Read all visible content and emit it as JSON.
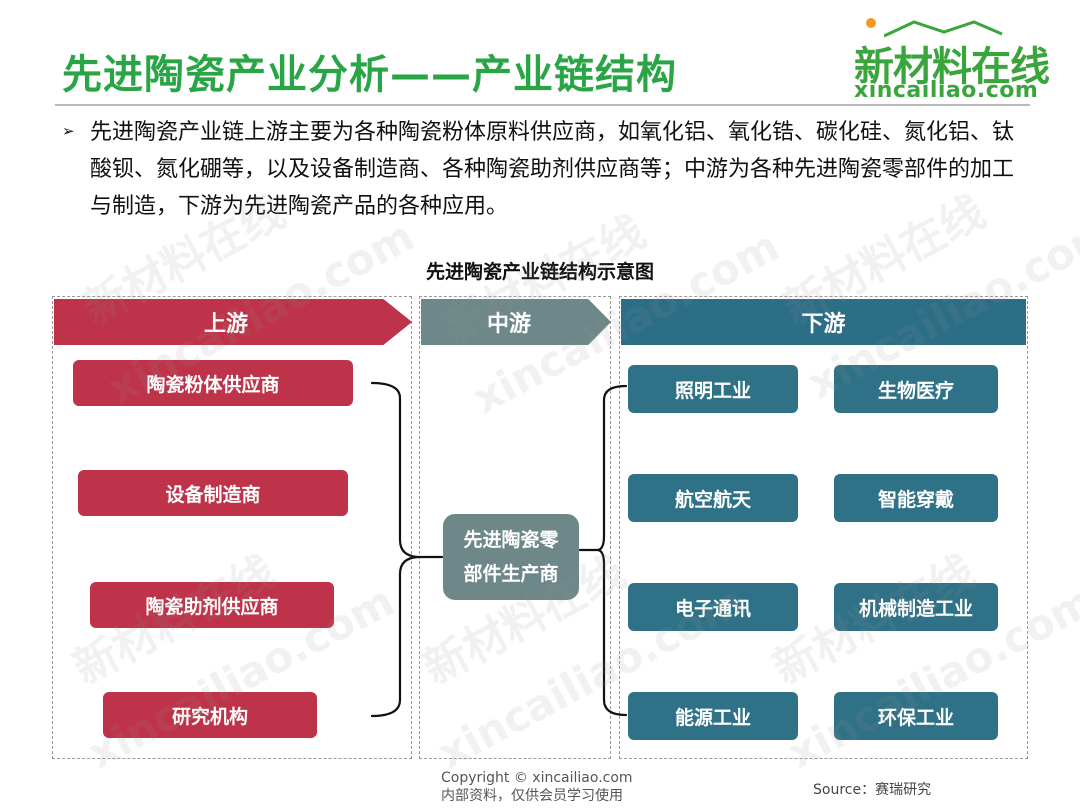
{
  "title": "先进陶瓷产业分析——产业链结构",
  "logo": {
    "cn": "新材料在线",
    "en": "xincailiao.com"
  },
  "intro": {
    "bullet": "➢",
    "text": "先进陶瓷产业链上游主要为各种陶瓷粉体原料供应商，如氧化铝、氧化锆、碳化硅、氮化铝、钛酸钡、氮化硼等，以及设备制造商、各种陶瓷助剂供应商等；中游为各种先进陶瓷零部件的加工与制造，下游为先进陶瓷产品的各种应用。"
  },
  "diagram": {
    "title": "先进陶瓷产业链结构示意图",
    "upstream": {
      "header": "上游",
      "items": [
        "陶瓷粉体供应商",
        "设备制造商",
        "陶瓷助剂供应商",
        "研究机构"
      ]
    },
    "midstream": {
      "header": "中游",
      "box_line1": "先进陶瓷零",
      "box_line2": "部件生产商"
    },
    "downstream": {
      "header": "下游",
      "items": [
        "照明工业",
        "生物医疗",
        "航空航天",
        "智能穿戴",
        "电子通讯",
        "机械制造工业",
        "能源工业",
        "环保工业"
      ]
    }
  },
  "colors": {
    "title_green": "#2aa545",
    "upstream_red": "#be3349",
    "midstream_gray": "#6e8889",
    "downstream_blue": "#2f7186"
  },
  "footer": {
    "copyright_line1": "Copyright © xincailiao.com",
    "copyright_line2": "内部资料，仅供会员学习使用",
    "source": "Source：赛瑞研究"
  }
}
